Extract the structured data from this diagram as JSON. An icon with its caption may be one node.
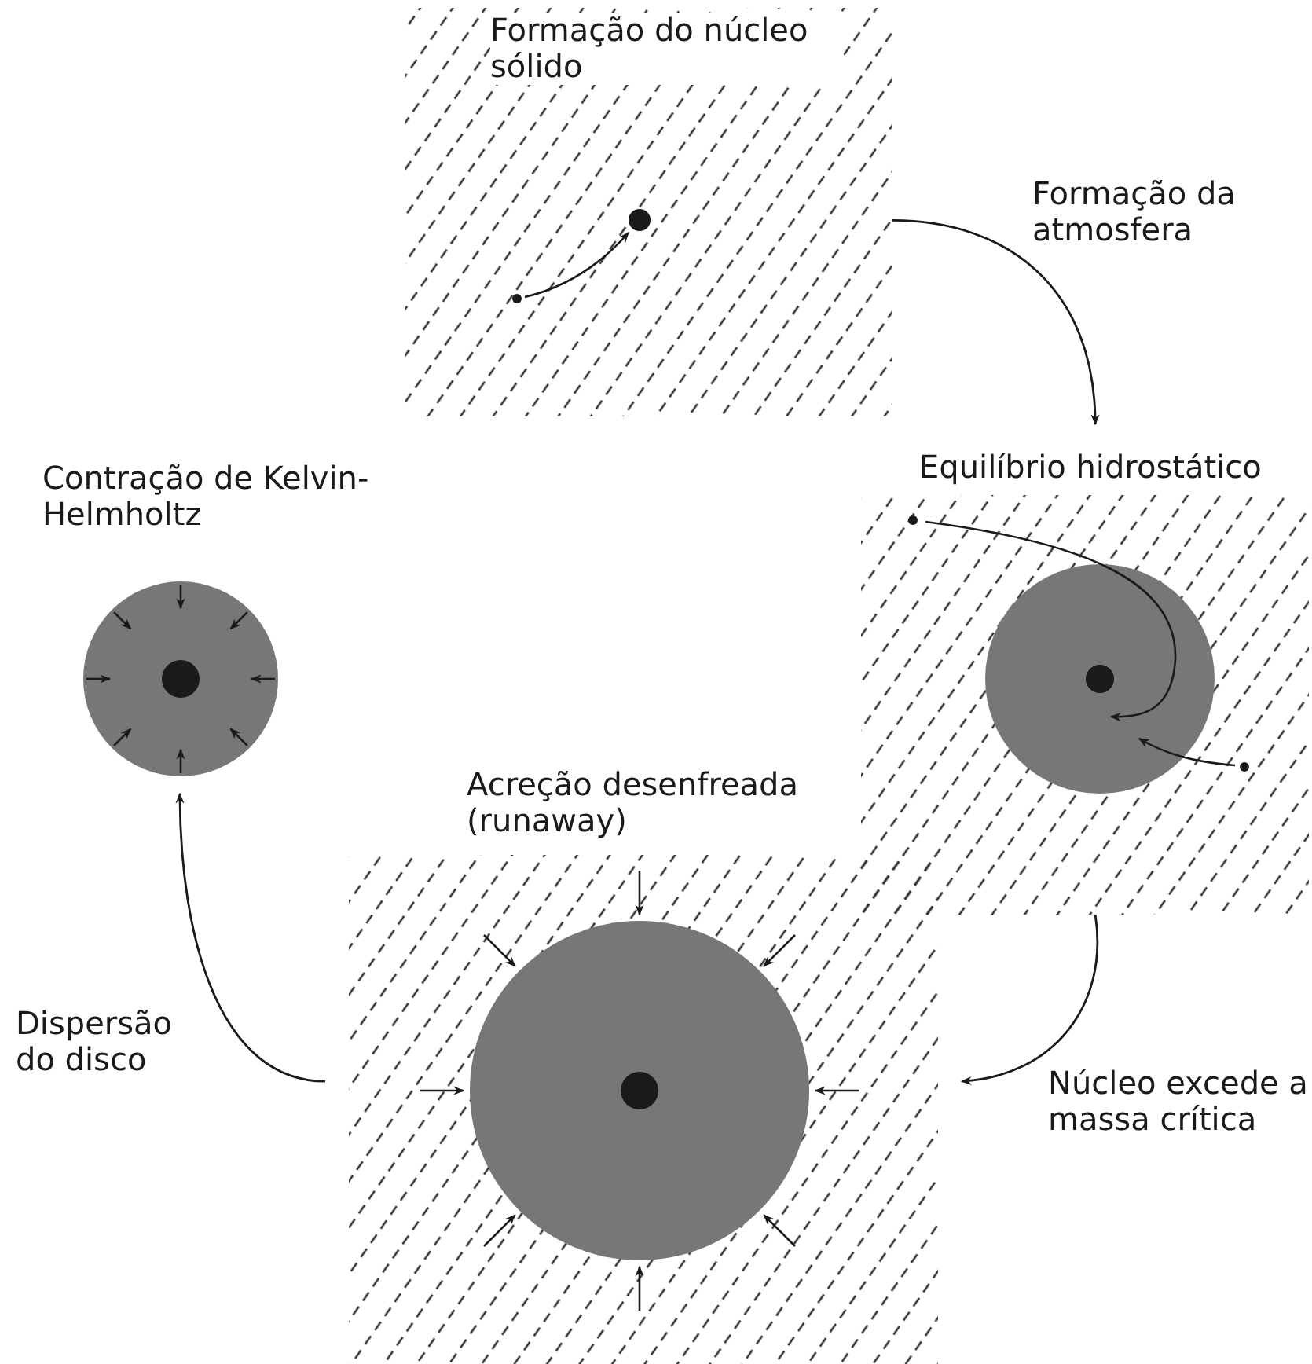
{
  "diagram": {
    "nodes": [
      {
        "text": [
          "Formação do núcleo sólido"
        ]
      },
      {
        "text": [
          "Equilíbrio hidrostático"
        ]
      },
      {
        "text": [
          "Acreção desenfreada (runaway)"
        ]
      },
      {
        "text": [
          "Contração de Kelvin-Helmholtz"
        ]
      }
    ],
    "edges": [
      {
        "from": 0,
        "to": 1,
        "arrow": "to",
        "label": "Formação da atmosfera"
      },
      {
        "from": 1,
        "to": 2,
        "arrow": "to",
        "label": "Núcleo excede a massa crítica"
      },
      {
        "from": 2,
        "to": 3,
        "arrow": "to",
        "label": "Dispersão do disco"
      }
    ]
  }
}
